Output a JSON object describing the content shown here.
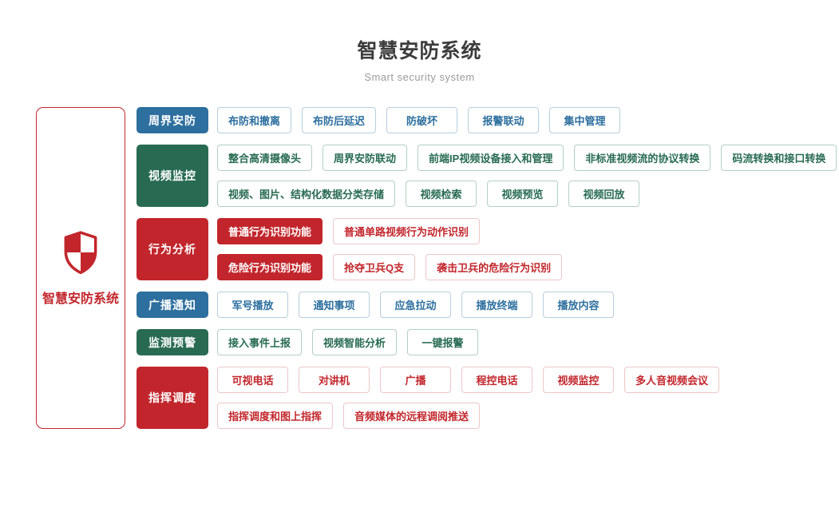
{
  "page": {
    "title": "智慧安防系统",
    "subtitle": "Smart security system"
  },
  "brand": {
    "label": "智慧安防系统",
    "icon": "shield-icon"
  },
  "colors": {
    "blue": "#2d6f9e",
    "green": "#286b52",
    "red": "#c2262c",
    "title_text": "#3c3c3c",
    "subtitle_text": "#9b9b9b"
  },
  "rows": [
    {
      "category": "周界安防",
      "theme": "blue",
      "lines": [
        [
          {
            "label": "布防和撤离",
            "filled": false
          },
          {
            "label": "布防后延迟",
            "filled": false
          },
          {
            "label": "防破坏",
            "filled": false
          },
          {
            "label": "报警联动",
            "filled": false
          },
          {
            "label": "集中管理",
            "filled": false
          }
        ]
      ]
    },
    {
      "category": "视频监控",
      "theme": "green",
      "lines": [
        [
          {
            "label": "整合高清摄像头",
            "filled": false
          },
          {
            "label": "周界安防联动",
            "filled": false
          },
          {
            "label": "前端IP视频设备接入和管理",
            "filled": false
          },
          {
            "label": "非标准视频流的协议转换",
            "filled": false
          },
          {
            "label": "码流转换和接口转换",
            "filled": false
          }
        ],
        [
          {
            "label": "视频、图片、结构化数据分类存储",
            "filled": false
          },
          {
            "label": "视频检索",
            "filled": false
          },
          {
            "label": "视频预览",
            "filled": false
          },
          {
            "label": "视频回放",
            "filled": false
          }
        ]
      ]
    },
    {
      "category": "行为分析",
      "theme": "red",
      "lines": [
        [
          {
            "label": "普通行为识别功能",
            "filled": true
          },
          {
            "label": "普通单路视频行为动作识别",
            "filled": false
          }
        ],
        [
          {
            "label": "危险行为识别功能",
            "filled": true
          },
          {
            "label": "抢夺卫兵Q支",
            "filled": false
          },
          {
            "label": "袭击卫兵的危险行为识别",
            "filled": false
          }
        ]
      ]
    },
    {
      "category": "广播通知",
      "theme": "blue",
      "lines": [
        [
          {
            "label": "军号播放",
            "filled": false
          },
          {
            "label": "通知事项",
            "filled": false
          },
          {
            "label": "应急拉动",
            "filled": false
          },
          {
            "label": "播放终端",
            "filled": false
          },
          {
            "label": "播放内容",
            "filled": false
          }
        ]
      ]
    },
    {
      "category": "监测预警",
      "theme": "green",
      "lines": [
        [
          {
            "label": "接入事件上报",
            "filled": false
          },
          {
            "label": "视频智能分析",
            "filled": false
          },
          {
            "label": "一键报警",
            "filled": false
          }
        ]
      ]
    },
    {
      "category": "指挥调度",
      "theme": "red",
      "lines": [
        [
          {
            "label": "可视电话",
            "filled": false
          },
          {
            "label": "对讲机",
            "filled": false
          },
          {
            "label": "广播",
            "filled": false
          },
          {
            "label": "程控电话",
            "filled": false
          },
          {
            "label": "视频监控",
            "filled": false
          },
          {
            "label": "多人音视频会议",
            "filled": false
          }
        ],
        [
          {
            "label": "指挥调度和图上指挥",
            "filled": false
          },
          {
            "label": "音频媒体的远程调阅推送",
            "filled": false
          }
        ]
      ]
    }
  ]
}
